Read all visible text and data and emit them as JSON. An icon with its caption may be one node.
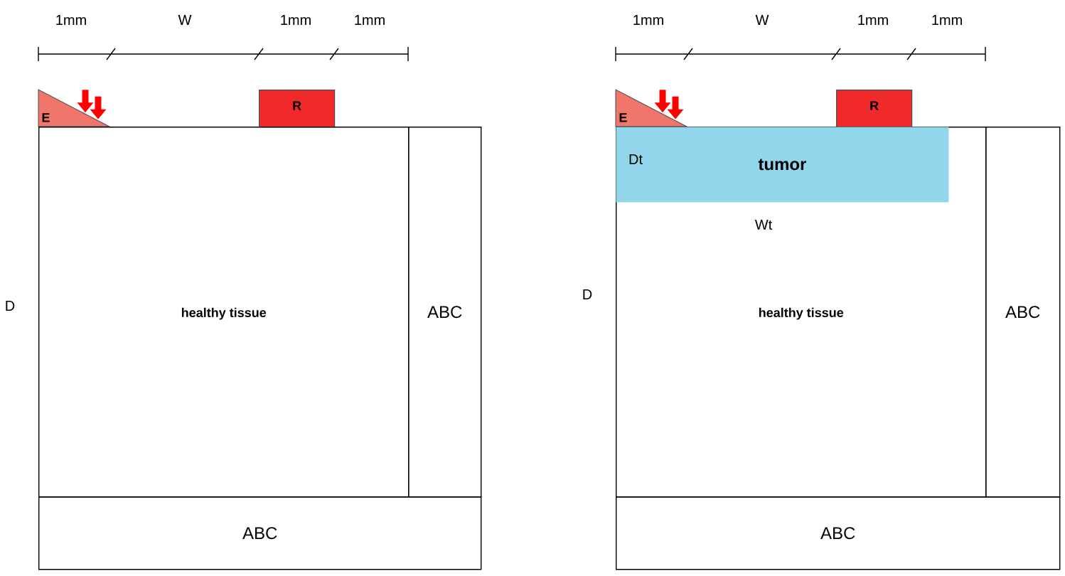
{
  "diagram": {
    "nodes": [
      {
        "text": [
          "E"
        ]
      },
      {
        "text": [
          "R"
        ]
      },
      {
        "text": [
          "healthy tissue"
        ]
      },
      {
        "text": [
          "ABC"
        ]
      },
      {
        "text": [
          "ABC"
        ]
      },
      {
        "text": [
          "E"
        ]
      },
      {
        "text": [
          "R"
        ]
      },
      {
        "text": [
          "healthy tissue"
        ]
      },
      {
        "text": [
          "tumor"
        ],
        "in": 7
      },
      {
        "text": [
          "ABC"
        ]
      },
      {
        "text": [
          "ABC"
        ]
      }
    ],
    "edges": [
      {
        "from": null,
        "to": 0,
        "arrow": "to",
        "color": "#ff0000"
      },
      {
        "from": null,
        "to": 0,
        "arrow": "to",
        "color": "#ff0000"
      },
      {
        "from": null,
        "to": 5,
        "arrow": "to",
        "color": "#ff0000"
      },
      {
        "from": null,
        "to": 5,
        "arrow": "to",
        "color": "#ff0000"
      }
    ],
    "labels": [
      "1mm",
      "W",
      "1mm",
      "1mm",
      "D",
      "1mm",
      "W",
      "1mm",
      "1mm",
      "Dt",
      "Wt",
      "D"
    ]
  }
}
